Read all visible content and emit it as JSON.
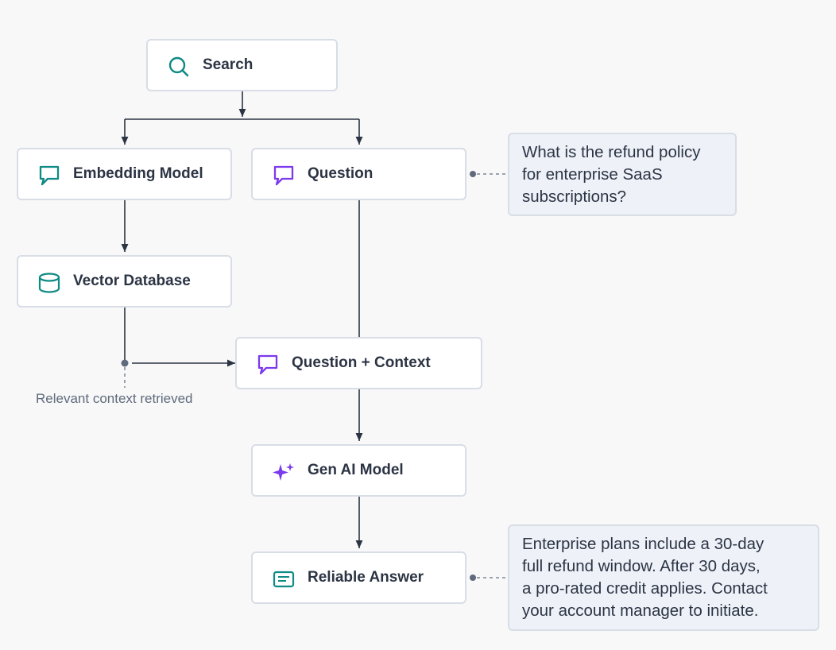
{
  "nodes": {
    "search": "Search",
    "embedding_model": "Embedding Model",
    "question": "Question",
    "vector_database": "Vector Database",
    "question_context": "Question + Context",
    "gen_ai_model": "Gen AI Model",
    "reliable_answer": "Reliable Answer"
  },
  "question_note": {
    "lines": [
      "What is the refund policy",
      "for enterprise SaaS",
      "subscriptions?"
    ]
  },
  "answer_note": {
    "lines": [
      "Enterprise plans include a 30-day",
      "full refund window. After 30 days,",
      "a pro-rated credit applies. Contact",
      "your account manager to initiate."
    ]
  },
  "context_caption": "Relevant context retrieved",
  "colors": {
    "teal_icon": "#0f8a84",
    "purple_icon": "#7c3aed",
    "line": "#2c3444",
    "dashed": "#7a8699"
  },
  "icons": {
    "search": "magnifier-icon",
    "embedding_model": "chat-bubble-icon",
    "question": "chat-bubble-icon",
    "vector_database": "database-icon",
    "question_context": "chat-bubble-icon",
    "gen_ai_model": "sparkle-icon",
    "reliable_answer": "text-lines-icon"
  }
}
